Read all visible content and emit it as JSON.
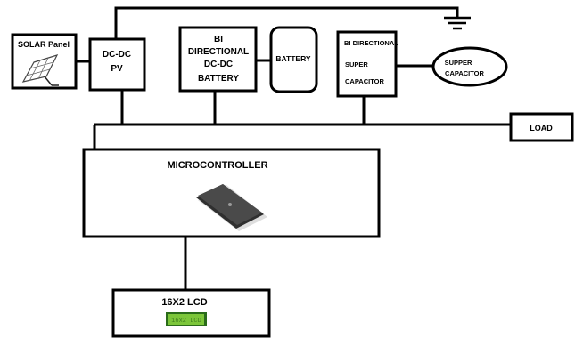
{
  "blocks": {
    "solar_panel": {
      "label": "SOLAR Panel"
    },
    "dcdc_pv": {
      "line1": "DC-DC",
      "line2": "PV"
    },
    "bidirectional_dcdc_battery": {
      "line1": "BI",
      "line2": "DIRECTIONAL",
      "line3": "DC-DC",
      "line4": "BATTERY"
    },
    "battery": {
      "label": "BATTERY"
    },
    "bidirectional_super_capacitor": {
      "line1": "BI DIRECTIONAL",
      "line2": "SUPER",
      "line3": "CAPACITOR"
    },
    "supper_capacitor": {
      "line1": "SUPPER",
      "line2": "CAPACITOR"
    },
    "load": {
      "label": "LOAD"
    },
    "microcontroller": {
      "label": "MICROCONTROLLER"
    },
    "lcd": {
      "label": "16X2 LCD",
      "screen_text": "16x2 LCD"
    }
  },
  "icons": [
    "solar-panel-icon",
    "microcontroller-chip-icon",
    "lcd-screen-icon",
    "ground-icon"
  ],
  "colors": {
    "line": "#000000",
    "lcd_screen": "#7cc63a",
    "chip": "#2f2f2f"
  }
}
